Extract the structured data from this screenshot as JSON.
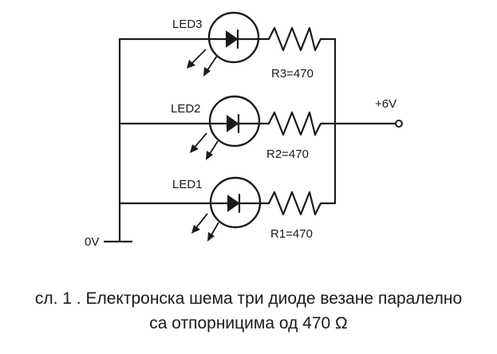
{
  "diagram": {
    "labels": {
      "led3": "LED3",
      "led2": "LED2",
      "led1": "LED1",
      "r3": "R3=470",
      "r2": "R2=470",
      "r1": "R1=470",
      "supply": "+6V",
      "ground": "0V"
    },
    "components": {
      "leds": [
        "LED3",
        "LED2",
        "LED1"
      ],
      "resistors": [
        "R3=470",
        "R2=470",
        "R1=470"
      ]
    }
  },
  "caption": {
    "line1": "сл. 1 . Електронска шема три диоде везане паралелно",
    "line2": "са отпорницима од 470 Ω"
  }
}
